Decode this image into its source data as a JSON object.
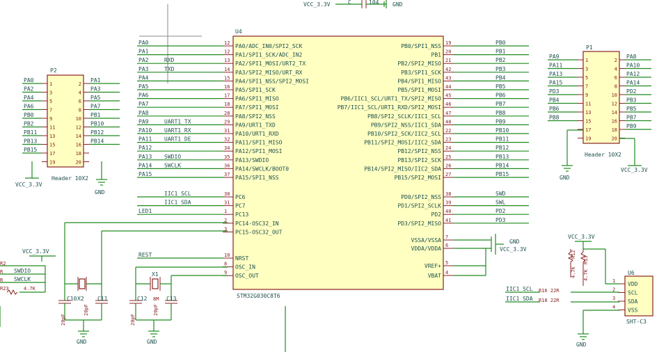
{
  "u4": {
    "ref": "U4",
    "value": "STM32G030C8T6",
    "left_pins": [
      {
        "net": "PA0",
        "net2": "",
        "num": "12",
        "name": "PA0/ADC_IN0/SPI2_SCK"
      },
      {
        "net": "PA1",
        "net2": "",
        "num": "12",
        "name": "PA1/SPI1_SCK/ADC_IN2"
      },
      {
        "net": "PA2",
        "net2": "RXD",
        "num": "13",
        "name": "PA2/SPI1_MOSI/URT2_TX"
      },
      {
        "net": "PA3",
        "net2": "TXD",
        "num": "14",
        "name": "PA3/SPI2_MISO/URT_RX"
      },
      {
        "net": "PA4",
        "net2": "",
        "num": "15",
        "name": "PA4/SPI1_NSS/SPI2_MOSI"
      },
      {
        "net": "PA5",
        "net2": "",
        "num": "16",
        "name": "PA5/SPI1_SCK"
      },
      {
        "net": "PA6",
        "net2": "",
        "num": "17",
        "name": "PA6/SPI1_MISO"
      },
      {
        "net": "PA7",
        "net2": "",
        "num": "18",
        "name": "PA7/SPI1_MOSI"
      },
      {
        "net": "PA8",
        "net2": "",
        "num": "28",
        "name": "PA8/SPI2_NSS"
      },
      {
        "net": "PA9",
        "net2": "UART1_TX",
        "num": "29",
        "name": "PA9/URT1_TXD"
      },
      {
        "net": "PA10",
        "net2": "UART1_RX",
        "num": "31",
        "name": "PA10/URT1_RXD"
      },
      {
        "net": "PA11",
        "net2": "UART1_DE",
        "num": "32",
        "name": "PA11/SPI1_MISO"
      },
      {
        "net": "PA12",
        "net2": "",
        "num": "34",
        "name": "PA12/SPI1_MOSI"
      },
      {
        "net": "PA13",
        "net2": "SWDIO",
        "num": "35",
        "name": "PA13/SWDIO"
      },
      {
        "net": "PA14",
        "net2": "SWCLK",
        "num": "36",
        "name": "PA14/SWCLK/BOOT0"
      },
      {
        "net": "PA15",
        "net2": "",
        "num": "37",
        "name": "PA15/SPI1_NSS"
      }
    ],
    "left_pins2": [
      {
        "net": "",
        "net2": "IIC1_SCL",
        "num": "30",
        "name": "PC6"
      },
      {
        "net": "",
        "net2": "IIC1_SDA",
        "num": "31",
        "name": "PC7"
      },
      {
        "net": "LED1",
        "net2": "",
        "num": "1",
        "name": "PC13"
      },
      {
        "net": "",
        "net2": "",
        "num": "2",
        "name": "PC14-OSC32_IN"
      },
      {
        "net": "",
        "net2": "",
        "num": "3",
        "name": "PC15-OSC32_OUT"
      }
    ],
    "left_pins3": [
      {
        "net": "REST",
        "net2": "",
        "num": "10",
        "name": "NRST"
      },
      {
        "net": "",
        "net2": "",
        "num": "8",
        "name": "OSC_IN"
      },
      {
        "net": "",
        "net2": "",
        "num": "9",
        "name": "OSC_OUT"
      }
    ],
    "right_pins": [
      {
        "net": "PB0",
        "num": "19",
        "name": "PB0/SPI1_NSS"
      },
      {
        "net": "PB1",
        "num": "20",
        "name": "PB1"
      },
      {
        "net": "PB2",
        "num": "21",
        "name": "PB2/SPI2_MISO"
      },
      {
        "net": "PB3",
        "num": "42",
        "name": "PB3/SPI1_SCK"
      },
      {
        "net": "PB4",
        "num": "43",
        "name": "PB4/SPI1_MISO"
      },
      {
        "net": "PB5",
        "num": "44",
        "name": "PB5/SPI1_MOSI"
      },
      {
        "net": "PB6",
        "num": "45",
        "name": "PB6/IIC1_SCL/URT1_TX/SPI2_MISO"
      },
      {
        "net": "PB7",
        "num": "46",
        "name": "PB7/IIC1_SCL/URT1_RXD/SPI2_MOSI"
      },
      {
        "net": "PB8",
        "num": "47",
        "name": "PB8/SPI2_SCLK/IIC1_SCL"
      },
      {
        "net": "PB9",
        "num": "48",
        "name": "PB9/SPI2_NSS/IIC1_SDA"
      },
      {
        "net": "PB10",
        "num": "22",
        "name": "PB10/SPI2_SCK/IIC2_SCL"
      },
      {
        "net": "PB11",
        "num": "23",
        "name": "PB11/SPI2_MOSI/IIC2_SDA"
      },
      {
        "net": "PB12",
        "num": "24",
        "name": "PB12/SPI2_NSS"
      },
      {
        "net": "PB13",
        "num": "25",
        "name": "PB13/SPI2_SCK"
      },
      {
        "net": "PB14",
        "num": "26",
        "name": "PB14/SPI2_MISO/IIC2_SDA"
      },
      {
        "net": "PB15",
        "num": "27",
        "name": "PB15/SPI2_MOSI"
      }
    ],
    "right_pins2": [
      {
        "net": "SWD",
        "num": "38",
        "name": "PD0/SPI2_NSS"
      },
      {
        "net": "SWL",
        "num": "39",
        "name": "PD1/SPI2_SCLK"
      },
      {
        "net": "PD2",
        "num": "40",
        "name": "PD2"
      },
      {
        "net": "PD3",
        "num": "41",
        "name": "PD3/SPI2_MISO"
      }
    ],
    "right_pins3": [
      {
        "net": "",
        "num": "7",
        "name": "VSSA/VSSA"
      },
      {
        "net": "",
        "num": "6",
        "name": "VDDA/VDDA"
      }
    ],
    "right_pins4": [
      {
        "net": "",
        "num": "5",
        "name": "VREF+"
      },
      {
        "net": "",
        "num": "4",
        "name": "VBAT"
      }
    ]
  },
  "p2": {
    "ref": "P2",
    "value": "Header 10X2",
    "left": [
      "PA0",
      "PA2",
      "PA4",
      "PA6",
      "PB0",
      "PB2",
      "PB11",
      "PB13",
      "PB15",
      ""
    ],
    "right": [
      "PA1",
      "PA3",
      "PA5",
      "PA7",
      "PB1",
      "PB10",
      "PB12",
      "PB14",
      "",
      ""
    ],
    "left_nums": [
      "1",
      "3",
      "5",
      "7",
      "9",
      "11",
      "13",
      "15",
      "17",
      "19"
    ],
    "right_nums": [
      "2",
      "4",
      "6",
      "8",
      "10",
      "12",
      "14",
      "16",
      "18",
      "20"
    ]
  },
  "p1": {
    "ref": "P1",
    "value": "Header 10X2",
    "left": [
      "PA9",
      "PA11",
      "PA13",
      "PA15",
      "PD3",
      "PB4",
      "PB6",
      "PB8",
      "",
      ""
    ],
    "right": [
      "PA8",
      "PA10",
      "PA12",
      "PA14",
      "PD2",
      "PB3",
      "PB5",
      "PB7",
      "PB9",
      ""
    ],
    "left_nums": [
      "1",
      "3",
      "5",
      "7",
      "9",
      "11",
      "13",
      "15",
      "17",
      "19"
    ],
    "right_nums": [
      "2",
      "4",
      "6",
      "8",
      "10",
      "12",
      "14",
      "16",
      "18",
      "20"
    ]
  },
  "u6": {
    "ref": "U6",
    "value": "SHT-C3",
    "pins": [
      {
        "num": "1",
        "name": "VDD"
      },
      {
        "num": "2",
        "name": "SCL"
      },
      {
        "num": "3",
        "name": "SDA"
      },
      {
        "num": "4",
        "name": "VSS"
      }
    ],
    "r_scl": "R16 22R",
    "r_sda": "R18 22R",
    "net_scl": "IIC1_SCL",
    "net_sda": "IIC1_SDA",
    "r12": "R12",
    "r13": "R13",
    "r12_val": "4.7K",
    "r13_val": "4.7K"
  },
  "top": {
    "vcc": "VCC_3.3V",
    "cap_ref": "C",
    "cap_val": "104",
    "gnd": "GND"
  },
  "power": {
    "vcc": "VCC_3.3V",
    "gnd": "GND"
  },
  "swd": {
    "vcc": "VCC_3.3V",
    "r2": "R2",
    "swdio": "SWDIO",
    "swclk": "SWCLK",
    "r_val": "4.7K",
    "r23": "R23",
    "r_a": "R",
    "r_b": "R"
  },
  "crystals": {
    "x2": "X2",
    "x1": "X1",
    "x1_val": "8M",
    "c10": "C10",
    "c11": "C11",
    "c12": "C12",
    "c13": "C13",
    "c_val": "20pF"
  }
}
